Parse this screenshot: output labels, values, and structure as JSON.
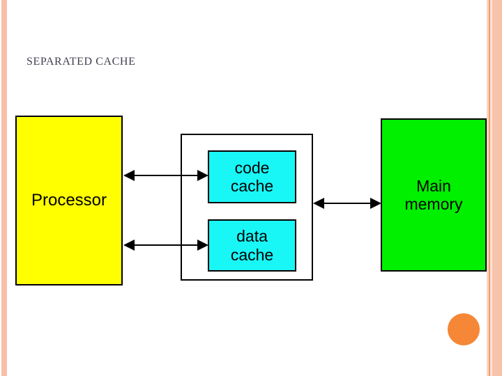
{
  "slide": {
    "title": "SEPARATED CACHE",
    "background_color": "#ffffff"
  },
  "decorations": {
    "left_stripe_color": "#f6bfa8",
    "right_stripe_color": "#f8c3ab",
    "right_accent_line_color": "#ef9d6e",
    "circle_color": "#f58737",
    "circle_name": "orange-circle-decoration"
  },
  "diagram": {
    "type": "block-diagram",
    "blocks": [
      {
        "id": "processor",
        "label": "Processor",
        "fill": "#ffff00",
        "border": "#000000"
      },
      {
        "id": "cache-group",
        "label": "",
        "fill": "#ffffff",
        "border": "#000000"
      },
      {
        "id": "code-cache",
        "label_line1": "code",
        "label_line2": "cache",
        "fill": "#19f6f6",
        "border": "#000000"
      },
      {
        "id": "data-cache",
        "label_line1": "data",
        "label_line2": "cache",
        "fill": "#19f6f6",
        "border": "#000000"
      },
      {
        "id": "main-memory",
        "label_line1": "Main",
        "label_line2": "memory",
        "fill": "#00f000",
        "border": "#000000"
      }
    ],
    "connectors": [
      {
        "id": "processor-to-code-cache",
        "from": "processor",
        "to": "code-cache",
        "style": "double-headed-arrow"
      },
      {
        "id": "processor-to-data-cache",
        "from": "processor",
        "to": "data-cache",
        "style": "double-headed-arrow"
      },
      {
        "id": "cache-group-to-main-memory",
        "from": "cache-group",
        "to": "main-memory",
        "style": "double-headed-arrow"
      }
    ]
  }
}
